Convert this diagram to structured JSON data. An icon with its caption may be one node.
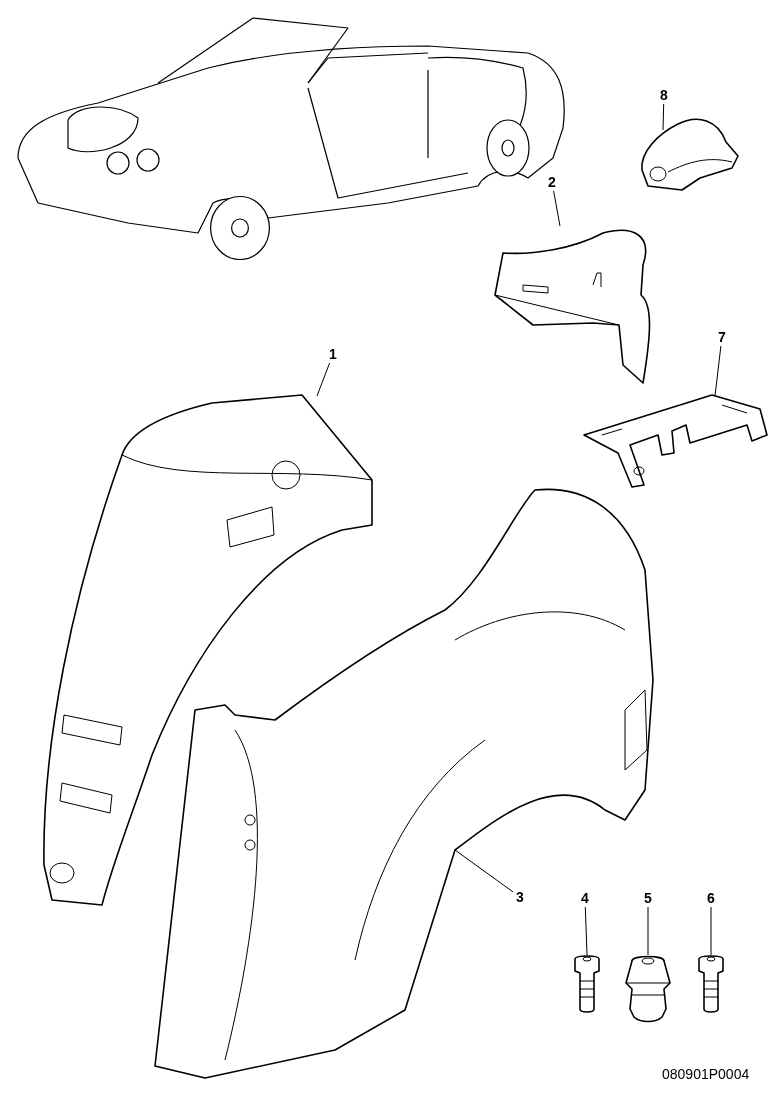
{
  "diagram": {
    "nodes": [
      {
        "text": [
          "8"
        ]
      },
      {
        "text": [
          "2"
        ]
      },
      {
        "text": [
          "7"
        ]
      },
      {
        "text": [
          "1"
        ]
      },
      {
        "text": [
          "3"
        ]
      },
      {
        "text": [
          "4"
        ]
      },
      {
        "text": [
          "5"
        ]
      },
      {
        "text": [
          "6"
        ]
      },
      {
        "text": [],
        "shape": "picture"
      },
      {
        "text": [],
        "shape": "picture"
      },
      {
        "text": [],
        "shape": "picture"
      },
      {
        "text": [],
        "shape": "picture"
      },
      {
        "text": [],
        "shape": "picture"
      },
      {
        "text": [],
        "shape": "picture"
      },
      {
        "text": [],
        "shape": "picture"
      },
      {
        "text": [],
        "shape": "picture"
      }
    ],
    "edges": [
      {
        "from": 0,
        "to": 8,
        "arrow": "none"
      },
      {
        "from": 1,
        "to": 9,
        "arrow": "none"
      },
      {
        "from": 2,
        "to": 10,
        "arrow": "none"
      },
      {
        "from": 3,
        "to": 11,
        "arrow": "none"
      },
      {
        "from": 4,
        "to": 12,
        "arrow": "none"
      },
      {
        "from": 5,
        "to": 13,
        "arrow": "none"
      },
      {
        "from": 6,
        "to": 14,
        "arrow": "none"
      },
      {
        "from": 7,
        "to": 15,
        "arrow": "none"
      }
    ],
    "labels": [
      "080901P0004"
    ]
  }
}
